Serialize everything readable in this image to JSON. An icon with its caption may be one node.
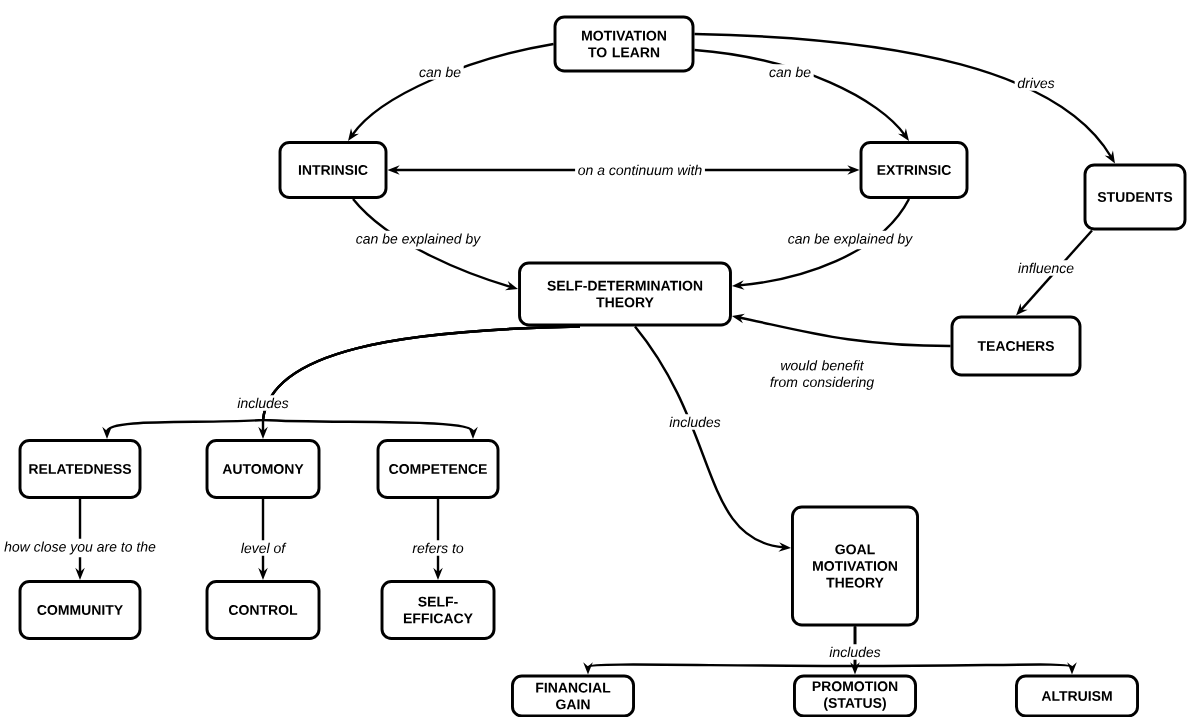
{
  "diagram": {
    "nodes": [
      {
        "text": [
          "MOTIVATION TO LEARN"
        ]
      },
      {
        "text": [
          "INTRINSIC"
        ]
      },
      {
        "text": [
          "EXTRINSIC"
        ]
      },
      {
        "text": [
          "STUDENTS"
        ]
      },
      {
        "text": [
          "SELF-DETERMINATION THEORY"
        ]
      },
      {
        "text": [
          "TEACHERS"
        ]
      },
      {
        "text": [
          "RELATEDNESS"
        ]
      },
      {
        "text": [
          "AUTOMONY"
        ]
      },
      {
        "text": [
          "COMPETENCE"
        ]
      },
      {
        "text": [
          "GOAL MOTIVATION THEORY"
        ]
      },
      {
        "text": [
          "COMMUNITY"
        ]
      },
      {
        "text": [
          "CONTROL"
        ]
      },
      {
        "text": [
          "SELF-EFFICACY"
        ]
      },
      {
        "text": [
          "FINANCIAL GAIN"
        ]
      },
      {
        "text": [
          "PROMOTION (STATUS)"
        ]
      },
      {
        "text": [
          "ALTRUISM"
        ]
      }
    ],
    "edges": [
      {
        "from": 0,
        "to": 1,
        "arrow": "to",
        "label": "can be"
      },
      {
        "from": 0,
        "to": 2,
        "arrow": "to",
        "label": "can be"
      },
      {
        "from": 0,
        "to": 3,
        "arrow": "to",
        "label": "drives"
      },
      {
        "from": 1,
        "to": 2,
        "arrow": "both",
        "label": "on a continuum with"
      },
      {
        "from": 1,
        "to": 4,
        "arrow": "to",
        "label": "can be explained by"
      },
      {
        "from": 2,
        "to": 4,
        "arrow": "to",
        "label": "can be explained by"
      },
      {
        "from": 3,
        "to": 5,
        "arrow": "to",
        "label": "influence"
      },
      {
        "from": 5,
        "to": 4,
        "arrow": "to",
        "label": "would benefit from considering"
      },
      {
        "from": 4,
        "to": 6,
        "arrow": "to"
      },
      {
        "from": 4,
        "to": 7,
        "arrow": "to",
        "label": "includes"
      },
      {
        "from": 4,
        "to": 8,
        "arrow": "to"
      },
      {
        "from": 4,
        "to": 9,
        "arrow": "to",
        "label": "includes"
      },
      {
        "from": 6,
        "to": 10,
        "arrow": "to",
        "label": "how close you are to the"
      },
      {
        "from": 7,
        "to": 11,
        "arrow": "to",
        "label": "level of"
      },
      {
        "from": 8,
        "to": 12,
        "arrow": "to",
        "label": "refers to"
      },
      {
        "from": 9,
        "to": 13,
        "arrow": "to"
      },
      {
        "from": 9,
        "to": 14,
        "arrow": "to",
        "label": "includes"
      },
      {
        "from": 9,
        "to": 15,
        "arrow": "to"
      }
    ]
  }
}
